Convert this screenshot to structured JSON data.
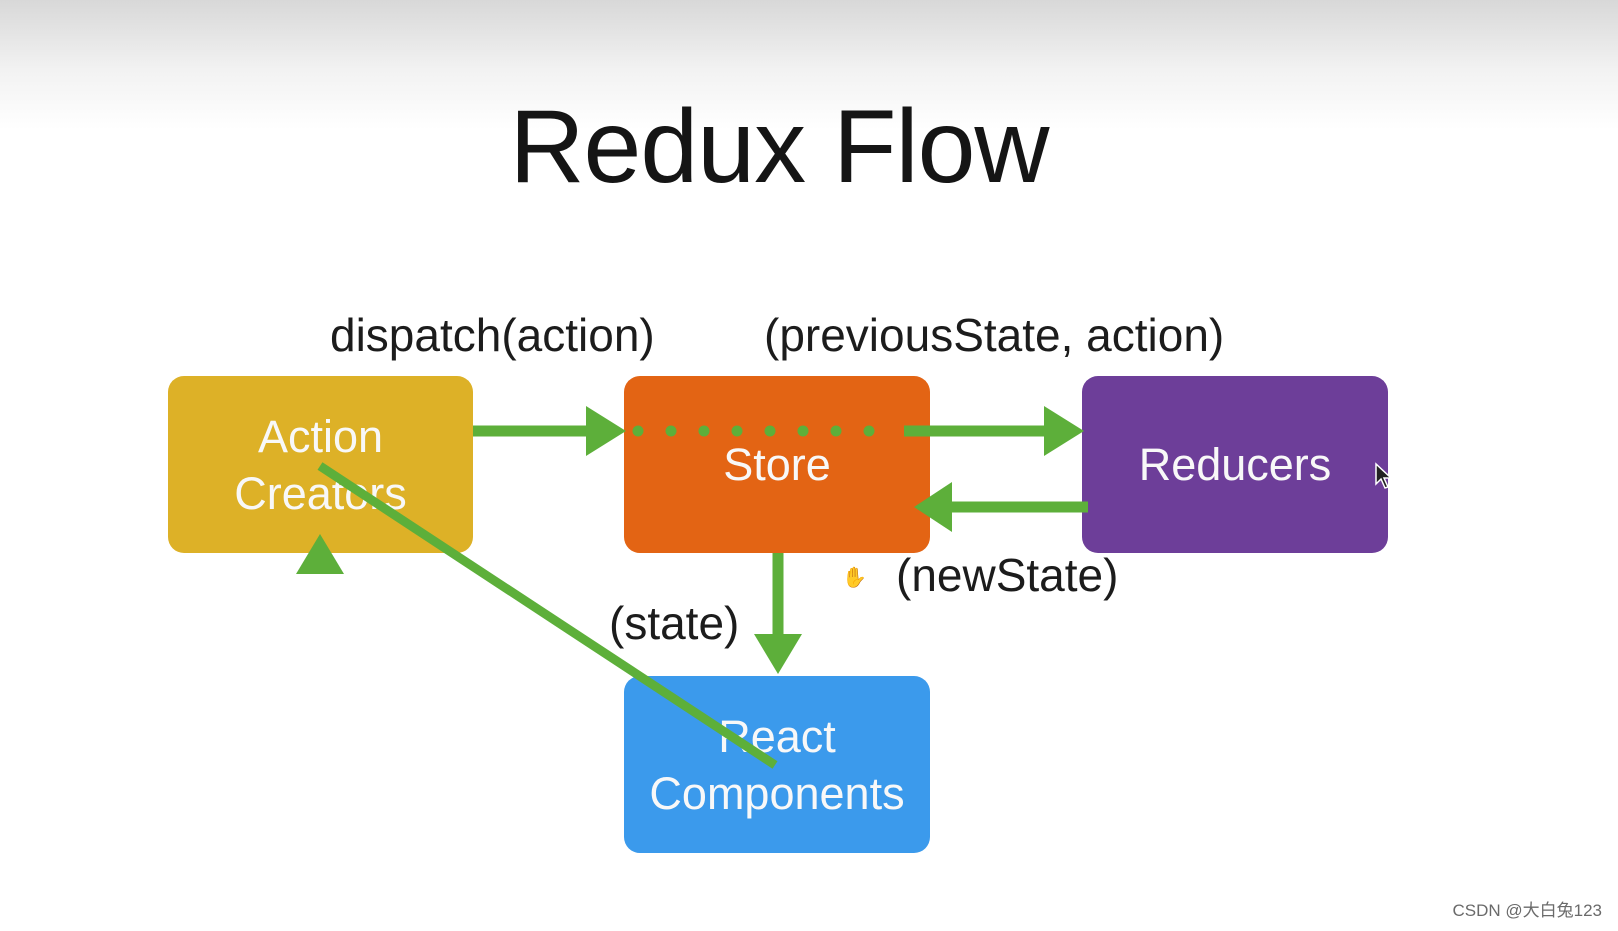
{
  "title": "Redux Flow",
  "boxes": {
    "action_creators": {
      "label": "Action Creators",
      "color": "#DDB127"
    },
    "store": {
      "label": "Store",
      "color": "#E36414"
    },
    "reducers": {
      "label": "Reducers",
      "color": "#6D3E99"
    },
    "react_components": {
      "label": "React Components",
      "color": "#3B9AEC"
    }
  },
  "edge_labels": {
    "dispatch": "dispatch(action)",
    "previous_state": "(previousState, action)",
    "new_state": "(newState)",
    "state": "(state)"
  },
  "arrow_color": "#5DAF3A",
  "watermark": "CSDN @大白兔123"
}
